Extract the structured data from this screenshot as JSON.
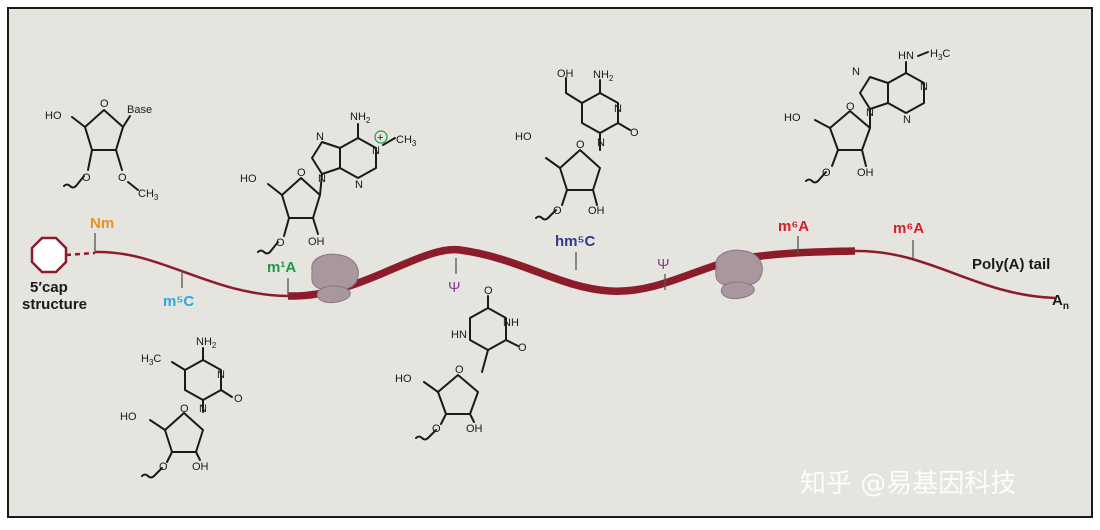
{
  "colors": {
    "background": "#e6e4df",
    "rna": "#8c1c2a",
    "orange": "#e8921f",
    "cyan": "#2aa7e0",
    "green": "#1e9a46",
    "navy": "#2e3a8c",
    "red": "#d42027",
    "purple": "#8e3c9a",
    "ribosome": "#a8979e"
  },
  "labels": {
    "cap_line1": "5′cap",
    "cap_line2": "structure",
    "nm": "Nm",
    "m5c": "m⁵C",
    "m1a": "m¹A",
    "psi1": "Ψ",
    "hm5c": "hm⁵C",
    "psi2": "Ψ",
    "m6a_1": "m⁶A",
    "m6a_2": "m⁶A",
    "polya": "Poly(A) tail",
    "an": "A",
    "an_sub": "n"
  },
  "structures": {
    "nm": {
      "ho": "HO",
      "base": "Base",
      "o": "O",
      "och3": "O",
      "ch3": "CH",
      "ch3_sub": "3"
    },
    "m5c": {
      "nh2": "NH",
      "nh2_sub": "2",
      "h3c": "H",
      "h3c_sub": "3",
      "c": "C",
      "n1": "N",
      "n2": "N",
      "o_keto": "O",
      "ho": "HO",
      "o": "O",
      "oh": "OH"
    },
    "m1a": {
      "nh2": "NH",
      "nh2_sub": "2",
      "plus": "+",
      "ch3": "CH",
      "ch3_sub": "3",
      "n1": "N",
      "n2": "N",
      "n3": "N",
      "n4": "N",
      "ho": "HO",
      "o": "O",
      "oh": "OH"
    },
    "psi": {
      "hn": "HN",
      "nh": "NH",
      "o1": "O",
      "o2": "O",
      "ho": "HO",
      "o": "O",
      "oh": "OH"
    },
    "hm5c": {
      "oh_top": "OH",
      "nh2": "NH",
      "nh2_sub": "2",
      "n1": "N",
      "n2": "N",
      "o_keto": "O",
      "ho": "HO",
      "o": "O",
      "oh": "OH"
    },
    "m6a": {
      "nh": "HN",
      "h3c": "H",
      "h3c_sub": "3",
      "c": "C",
      "n1": "N",
      "n2": "N",
      "n3": "N",
      "n4": "N",
      "ho": "HO",
      "o": "O",
      "oh": "OH"
    }
  },
  "watermark": "知乎 @易基因科技"
}
